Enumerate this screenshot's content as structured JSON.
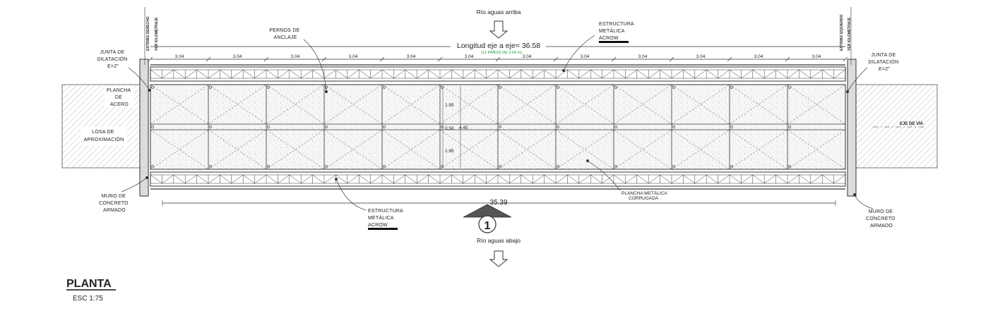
{
  "flow": {
    "upstream": "Río aguas arriba",
    "downstream": "Río aguas abajo"
  },
  "main_dimension": {
    "label": "Longitud eje a eje= 36.58",
    "sub_label": "(12 PAÑOS DE 3.04 m)"
  },
  "panel_dimension": "3.04",
  "panel_count": 12,
  "bottom_dimension": "35.39",
  "abutments": {
    "left_label": "ESTRIBO DERECHO",
    "left_sub": "VER KILOMETRAJE",
    "right_label": "ESTRIBO IZQUIERDO",
    "right_sub": "VER KILOMETRAJE"
  },
  "labels": {
    "junta_left": [
      "JUNTA DE",
      "DILATACIÓN",
      "E=2\""
    ],
    "junta_right": [
      "JUNTA DE",
      "DILATACIÓN",
      "E=2\""
    ],
    "plancha_acero": [
      "PLANCHA",
      "DE",
      "ACERO"
    ],
    "losa": [
      "LOSA DE",
      "APROXIMACIÓN"
    ],
    "muro_left": [
      "MURO DE",
      "CONCRETO",
      "ARMADO"
    ],
    "muro_right": [
      "MURO DE",
      "CONCRETO",
      "ARMADO"
    ],
    "pernos": [
      "PERNOS DE",
      "ANCLAJE"
    ],
    "estructura_top": [
      "ESTRUCTURA",
      "METÁLICA",
      "ACROW"
    ],
    "estructura_bottom": [
      "ESTRUCTURA",
      "METÁLICA",
      "ACROW"
    ],
    "plancha_corrugada": [
      "PLANCHA METÁLICA",
      "CORRUGADA"
    ],
    "eje_via": "EJE DE VÍA"
  },
  "deck_dims": {
    "upper": "1.95",
    "center": "0.50",
    "total": "4.45",
    "lower": "1.95"
  },
  "section_marker": "1",
  "sheet": {
    "title": "PLANTA",
    "scale": "ESC  1:75"
  },
  "colors": {
    "line": "#2b2b2b",
    "hatch": "#9a9a9a",
    "green_note": "#1a9a3a",
    "deck_fill": "#f6f6f6"
  }
}
